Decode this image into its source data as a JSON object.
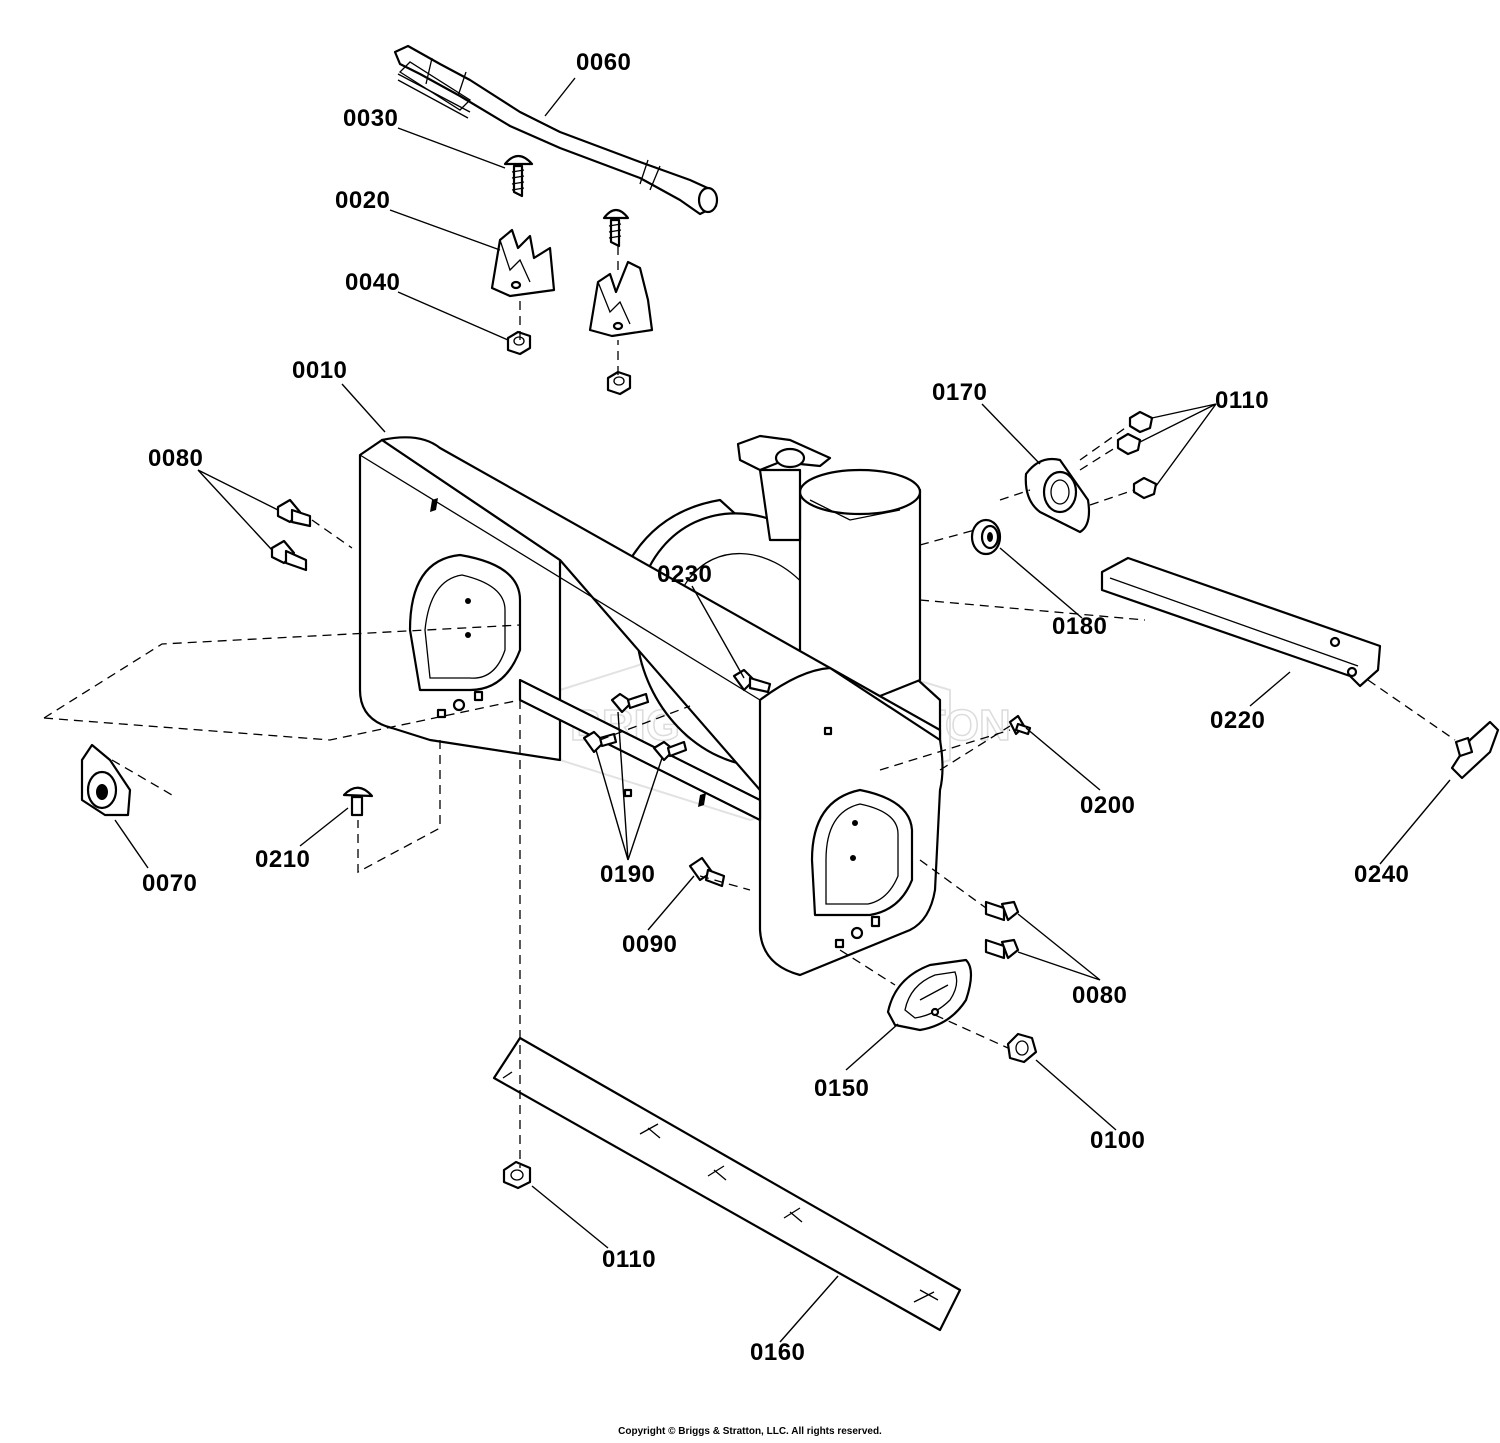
{
  "diagram": {
    "callouts": [
      {
        "id": "c0060",
        "label": "0060"
      },
      {
        "id": "c0030",
        "label": "0030"
      },
      {
        "id": "c0020",
        "label": "0020"
      },
      {
        "id": "c0040",
        "label": "0040"
      },
      {
        "id": "c0010",
        "label": "0010"
      },
      {
        "id": "c0080a",
        "label": "0080"
      },
      {
        "id": "c0070",
        "label": "0070"
      },
      {
        "id": "c0210",
        "label": "0210"
      },
      {
        "id": "c0230",
        "label": "0230"
      },
      {
        "id": "c0190",
        "label": "0190"
      },
      {
        "id": "c0090",
        "label": "0090"
      },
      {
        "id": "c0170",
        "label": "0170"
      },
      {
        "id": "c0110a",
        "label": "0110"
      },
      {
        "id": "c0180",
        "label": "0180"
      },
      {
        "id": "c0220",
        "label": "0220"
      },
      {
        "id": "c0200",
        "label": "0200"
      },
      {
        "id": "c0240",
        "label": "0240"
      },
      {
        "id": "c0080b",
        "label": "0080"
      },
      {
        "id": "c0150",
        "label": "0150"
      },
      {
        "id": "c0100",
        "label": "0100"
      },
      {
        "id": "c0110b",
        "label": "0110"
      },
      {
        "id": "c0160",
        "label": "0160"
      }
    ],
    "watermark": "BRIGGS&STRATTON",
    "copyright": "Copyright © Briggs & Stratton, LLC. All rights reserved."
  }
}
